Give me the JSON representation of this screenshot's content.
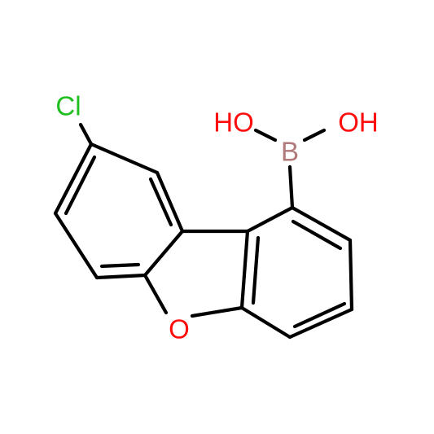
{
  "molecule": {
    "atoms": {
      "cl": {
        "label": "Cl",
        "color": "#1fbf1f"
      },
      "o_ring": {
        "label": "O",
        "color": "#ff0d0d"
      },
      "b": {
        "label": "B",
        "color": "#b07a7a"
      },
      "oh_left": {
        "label": "HO",
        "color": "#ff0d0d"
      },
      "oh_right": {
        "label": "OH",
        "color": "#ff0d0d"
      }
    },
    "bond_color": "#000000"
  }
}
